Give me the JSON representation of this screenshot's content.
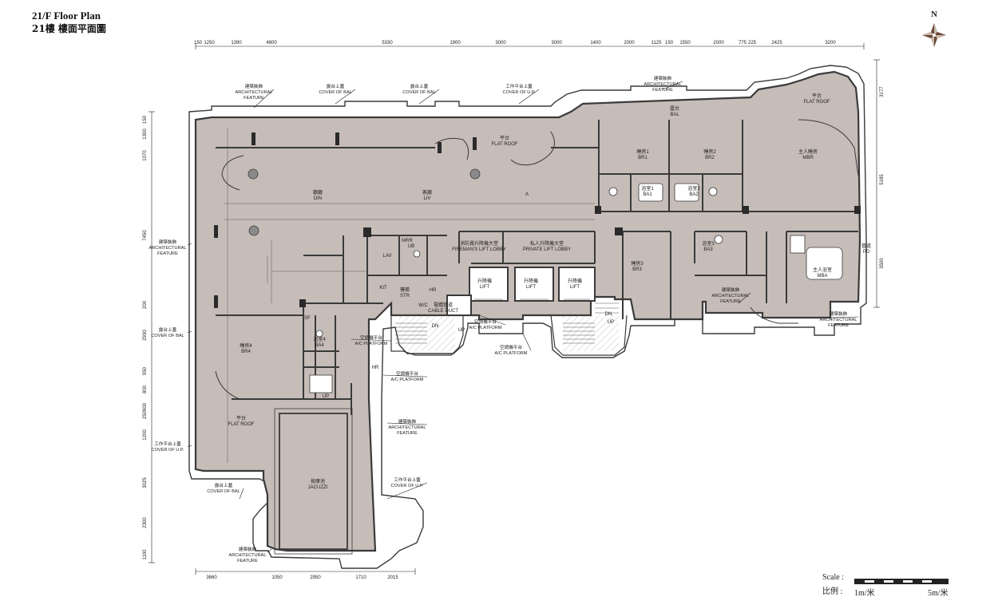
{
  "title": {
    "en": "21/F Floor Plan",
    "zh": "21樓 樓面平面圖"
  },
  "compass": {
    "label": "N"
  },
  "scale": {
    "label": "Scale :",
    "label_zh": "比例 :",
    "min": "1m/米",
    "max": "5m/米"
  },
  "colors": {
    "floor_fill": "#c6bcb8",
    "wall": "#3a3a3a",
    "compass_dark": "#6a4a38",
    "compass_light": "#c9b8a8"
  },
  "dimensions": {
    "top": [
      "150",
      "1250",
      "1390",
      "4800",
      "5330",
      "1900",
      "3000",
      "3000",
      "1400",
      "2000",
      "1125",
      "150",
      "1550",
      "2000",
      "775",
      "225",
      "2425",
      "3200"
    ],
    "bottom": [
      "3660",
      "1050",
      "2950",
      "1710",
      "2015"
    ],
    "left": [
      "150",
      "1300",
      "1070",
      "7450",
      "200",
      "2930",
      "950",
      "800",
      "900",
      "250",
      "1200",
      "3025",
      "2300",
      "1100"
    ],
    "right": [
      "3177",
      "5185",
      "3500"
    ]
  },
  "rooms": [
    {
      "zh": "廳廳",
      "en": "DIN"
    },
    {
      "zh": "客廳",
      "en": "LIV"
    },
    {
      "zh": "睡房1",
      "en": "BR1"
    },
    {
      "zh": "睡房2",
      "en": "BR2"
    },
    {
      "zh": "主人睡房",
      "en": "MBR"
    },
    {
      "zh": "浴室1",
      "en": "BA1"
    },
    {
      "zh": "浴室2",
      "en": "BA2"
    },
    {
      "zh": "睡房3",
      "en": "BR3"
    },
    {
      "zh": "浴室3",
      "en": "BA3"
    },
    {
      "zh": "主人浴室",
      "en": "MBA"
    },
    {
      "zh": "睡房4",
      "en": "BR4"
    },
    {
      "zh": "浴室4",
      "en": "BA4"
    },
    {
      "zh": "按摩池",
      "en": "JACUZZI"
    },
    {
      "zh": "平台",
      "en": "FLAT ROOF"
    },
    {
      "zh": "平台",
      "en": "FLAT ROOF"
    },
    {
      "zh": "平台",
      "en": "FLAT ROOF"
    },
    {
      "zh": "露台",
      "en": "BAL"
    },
    {
      "zh": "升降機",
      "en": "LIFT"
    },
    {
      "zh": "升降機",
      "en": "LIFT"
    },
    {
      "zh": "升降機",
      "en": "LIFT"
    },
    {
      "zh": "私人升降機大堂",
      "en": "PRIVATE LIFT LOBBY"
    },
    {
      "zh": "消防員升降機大堂",
      "en": "FIREMAN'S LIFT LOBBY"
    },
    {
      "zh": "樓梯",
      "en": "STR"
    },
    {
      "zh": "電纜管道",
      "en": "CABLE DUCT"
    },
    {
      "zh": "管道",
      "en": "PD"
    }
  ],
  "callouts": [
    {
      "zh": "建築裝飾",
      "en": "ARCHITECTURAL\nFEATURE"
    },
    {
      "zh": "露台上蓋",
      "en": "COVER OF BAL"
    },
    {
      "zh": "露台上蓋",
      "en": "COVER OF BAL"
    },
    {
      "zh": "工作平台上蓋",
      "en": "COVER OF U.P."
    },
    {
      "zh": "建築裝飾",
      "en": "ARCHITECTURAL\nFEATURE"
    },
    {
      "zh": "建築裝飾",
      "en": "ARCHITECTURAL\nFEATURE"
    },
    {
      "zh": "露台上蓋",
      "en": "COVER OF BAL"
    },
    {
      "zh": "工作平台上蓋",
      "en": "COVER OF U.P."
    },
    {
      "zh": "露台上蓋",
      "en": "COVER OF BAL"
    },
    {
      "zh": "建築裝飾",
      "en": "ARCHITECTURAL\nFEATURE"
    },
    {
      "zh": "工作平台上蓋",
      "en": "COVER OF U.P."
    },
    {
      "zh": "建築裝飾",
      "en": "ARCHITECTURAL\nFEATURE"
    },
    {
      "zh": "空調機平台",
      "en": "A/C PLATFORM"
    },
    {
      "zh": "空調機平台",
      "en": "A/C PLATFORM"
    },
    {
      "zh": "空調機平台",
      "en": "A/C PLATFORM"
    },
    {
      "zh": "空調機平台",
      "en": "A/C PLATFORM"
    },
    {
      "zh": "建築裝飾",
      "en": "ARCHITECTURAL\nFEATURE"
    },
    {
      "zh": "建築裝飾",
      "en": "ARCHITECTURAL\nFEATURE"
    }
  ],
  "small_labels": [
    "A",
    "UP",
    "UP",
    "UP",
    "DN",
    "DN",
    "HR",
    "HR",
    "SF",
    "KIT",
    "LAV",
    "W/C",
    "MRR",
    "UB"
  ]
}
